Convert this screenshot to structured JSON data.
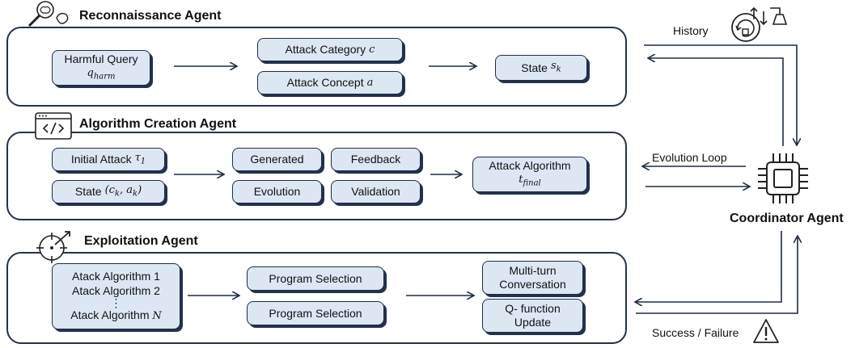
{
  "recon": {
    "title": "Reconnaissance Agent",
    "harmful_query": "Harmful Query",
    "harmful_query_math": "q_harm",
    "attack_category": "Attack Category",
    "attack_category_math": "c",
    "attack_concept": "Attack Concept",
    "attack_concept_math": "a",
    "state": "State",
    "state_math": "s_k"
  },
  "creation": {
    "title": "Algorithm Creation Agent",
    "initial_attack": "Initial Attack",
    "initial_attack_math": "τ_1",
    "state": "State",
    "state_math": "(c_k, a_k)",
    "generated": "Generated",
    "feedback": "Feedback",
    "evolution": "Evolution",
    "validation": "Validation",
    "attack_algorithm": "Attack Algorithm",
    "attack_algorithm_math": "t_final"
  },
  "exploit": {
    "title": "Exploitation Agent",
    "alg_1": "Atack Algorithm 1",
    "alg_2": "Atack Algorithm 2",
    "alg_dots": "⋮",
    "alg_n": "Atack Algorithm",
    "alg_n_math": "N",
    "program_selection_1": "Program Selection",
    "program_selection_2": "Program Selection",
    "multi_turn": "Multi-turn Conversation",
    "q_function": "Q- function Update"
  },
  "coordinator": {
    "title": "Coordinator Agent",
    "history": "History",
    "evolution_loop": "Evolution Loop",
    "success_failure": "Success / Failure"
  },
  "icons": {
    "recon": "magnifier-brain-icon",
    "creation": "code-window-icon",
    "exploit": "crosshair-target-icon",
    "coordinator": "cpu-chip-icon",
    "history": "history-cycle-icon",
    "warning": "warning-triangle-icon"
  }
}
